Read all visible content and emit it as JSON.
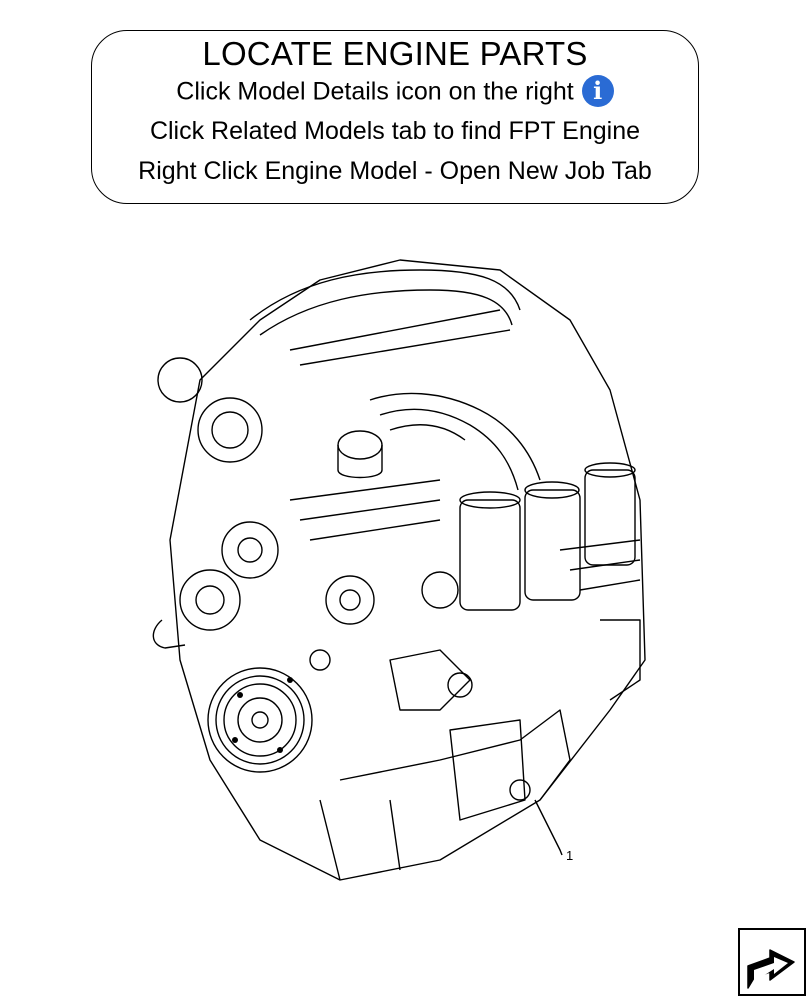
{
  "instructions": {
    "title": "LOCATE ENGINE PARTS",
    "line1": "Click Model Details icon on the right",
    "line2": "Click Related Models tab to find FPT Engine",
    "line3": "Right Click Engine Model - Open New Job Tab",
    "info_icon": "info-icon",
    "info_icon_glyph": "i",
    "info_icon_color": "#2a6bd4"
  },
  "diagram": {
    "callout_number": "1"
  },
  "nav_button": {
    "icon": "arrow-return-icon"
  }
}
